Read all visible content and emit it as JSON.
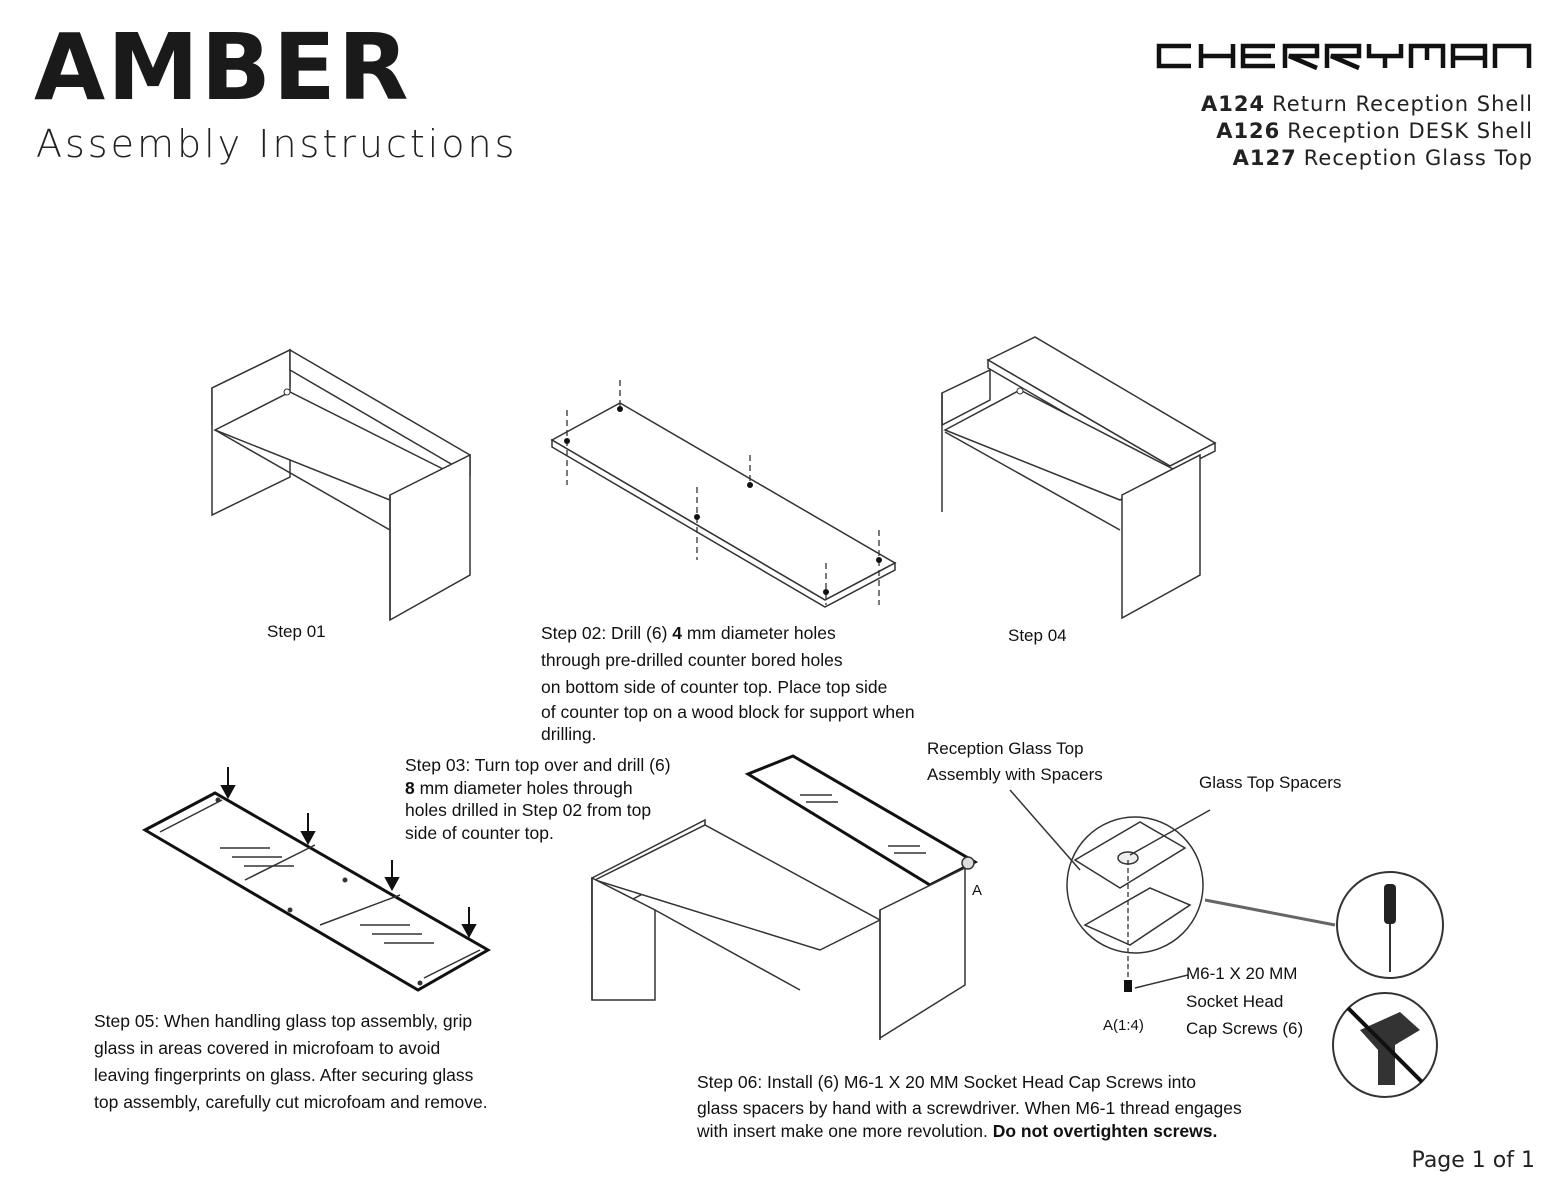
{
  "header": {
    "title": "AMBER",
    "subtitle": "Assembly Instructions",
    "brand": "CHERRYMAN",
    "products": [
      {
        "code": "A124",
        "name": "Return Reception Shell"
      },
      {
        "code": "A126",
        "name": "Reception DESK Shell"
      },
      {
        "code": "A127",
        "name": "Reception Glass Top"
      }
    ]
  },
  "steps": {
    "step01": "Step 01",
    "step02": {
      "line1_a": "Step 02: Drill (6) ",
      "line1_b": "4",
      "line1_c": " mm diameter holes",
      "line2": "through pre-drilled counter bored holes",
      "line3": "on bottom side of counter top. Place top side",
      "line4": "of counter top on a wood block for support when",
      "line5": "drilling."
    },
    "step03": {
      "line1": "Step 03: Turn top over and drill (6)",
      "line2_a": "8",
      "line2_b": " mm diameter holes through",
      "line3": "holes drilled in Step 02 from top",
      "line4": "side of counter top."
    },
    "step04": "Step 04",
    "step05": {
      "line1": "Step 05: When handling glass top assembly, grip",
      "line2": "glass in areas covered in microfoam to avoid",
      "line3": "leaving fingerprints on glass. After securing glass",
      "line4": "top assembly, carefully cut microfoam and remove."
    },
    "step06": {
      "line1": "Step 06: Install (6) M6-1 X 20 MM Socket Head Cap Screws into",
      "line2": "glass spacers by hand with a screwdriver. When M6-1 thread engages",
      "line3_a": "with insert make one more revolution. ",
      "line3_b": "Do not overtighten screws."
    }
  },
  "callouts": {
    "glass_top_assembly_1": "Reception Glass Top",
    "glass_top_assembly_2": "Assembly with Spacers",
    "spacers": "Glass Top Spacers",
    "detail_a": "A",
    "detail_scale": "A(1:4)",
    "screw_1": "M6-1 X 20 MM",
    "screw_2": "Socket Head",
    "screw_3": "Cap Screws (6)"
  },
  "footer": {
    "page": "Page 1 of 1"
  }
}
